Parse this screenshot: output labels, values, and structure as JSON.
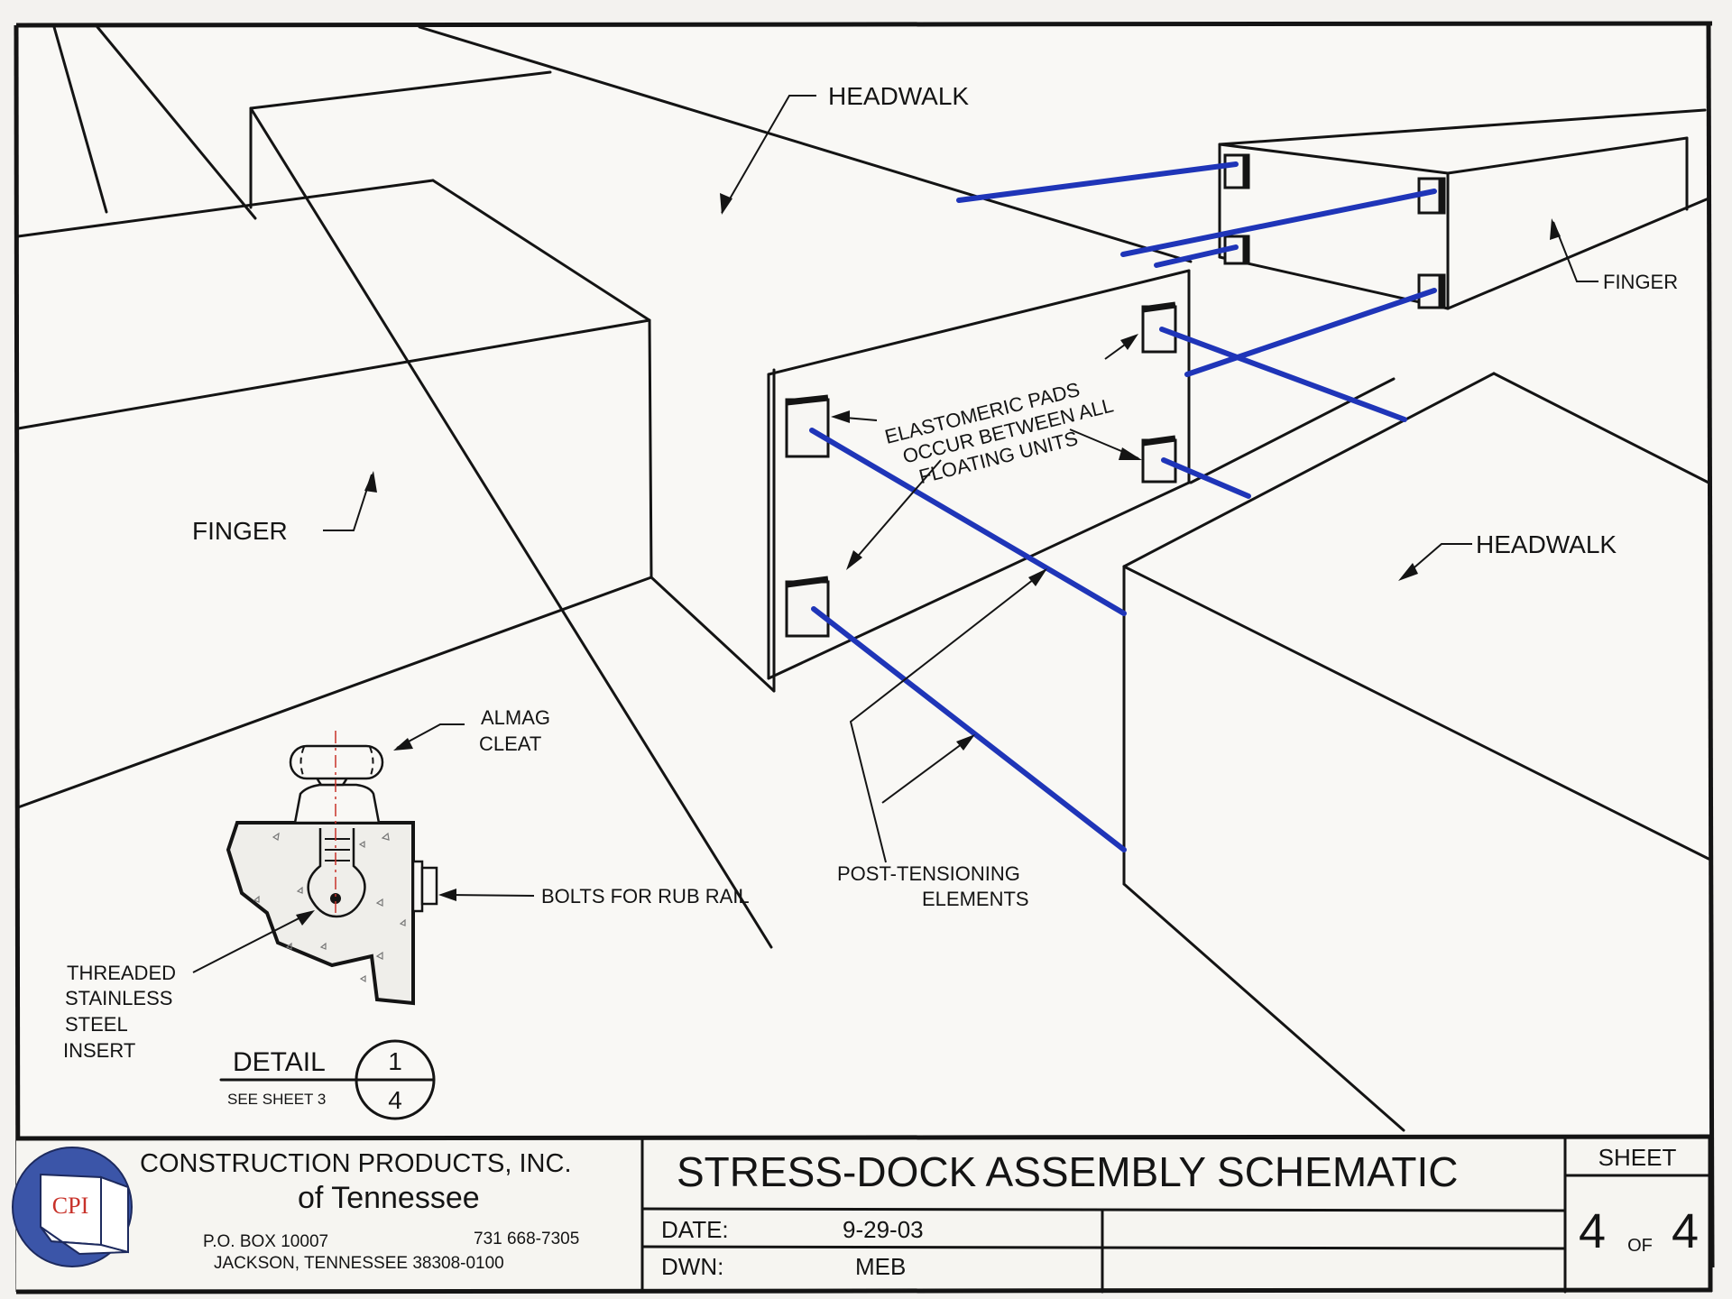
{
  "drawing": {
    "labels": {
      "headwalk_top": "HEADWALK",
      "headwalk_right": "HEADWALK",
      "finger_left": "FINGER",
      "finger_right": "FINGER",
      "pads_line1": "ELASTOMERIC PADS",
      "pads_line2": "OCCUR BETWEEN ALL",
      "pads_line3": "FLOATING UNITS",
      "post_line1": "POST-TENSIONING",
      "post_line2": "ELEMENTS"
    },
    "colors": {
      "post_tensioning_rods": "#1f35b8",
      "centerline": "#c8322a"
    }
  },
  "detail": {
    "cleat_line1": "ALMAG",
    "cleat_line2": "CLEAT",
    "bolts": "BOLTS FOR RUB RAIL",
    "insert_line1": "THREADED",
    "insert_line2": "STAINLESS",
    "insert_line3": "STEEL",
    "insert_line4": "INSERT",
    "callout_title": "DETAIL",
    "callout_ref": "SEE SHEET 3",
    "callout_number": "1",
    "callout_sheet": "4"
  },
  "title_block": {
    "logo_text": "CPI",
    "logo_color": "#3b55a8",
    "logo_text_color": "#c8322a",
    "company_line1": "CONSTRUCTION PRODUCTS, INC.",
    "company_line2": "of Tennessee",
    "po_box": "P.O. BOX 10007",
    "phone": "731 668-7305",
    "city": "JACKSON, TENNESSEE  38308-0100",
    "drawing_title": "STRESS-DOCK ASSEMBLY SCHEMATIC",
    "date_label": "DATE:",
    "date_value": "9-29-03",
    "dwn_label": "DWN:",
    "dwn_value": "MEB",
    "sheet_label": "SHEET",
    "sheet_number": "4",
    "sheet_of": "OF",
    "sheet_total": "4"
  }
}
